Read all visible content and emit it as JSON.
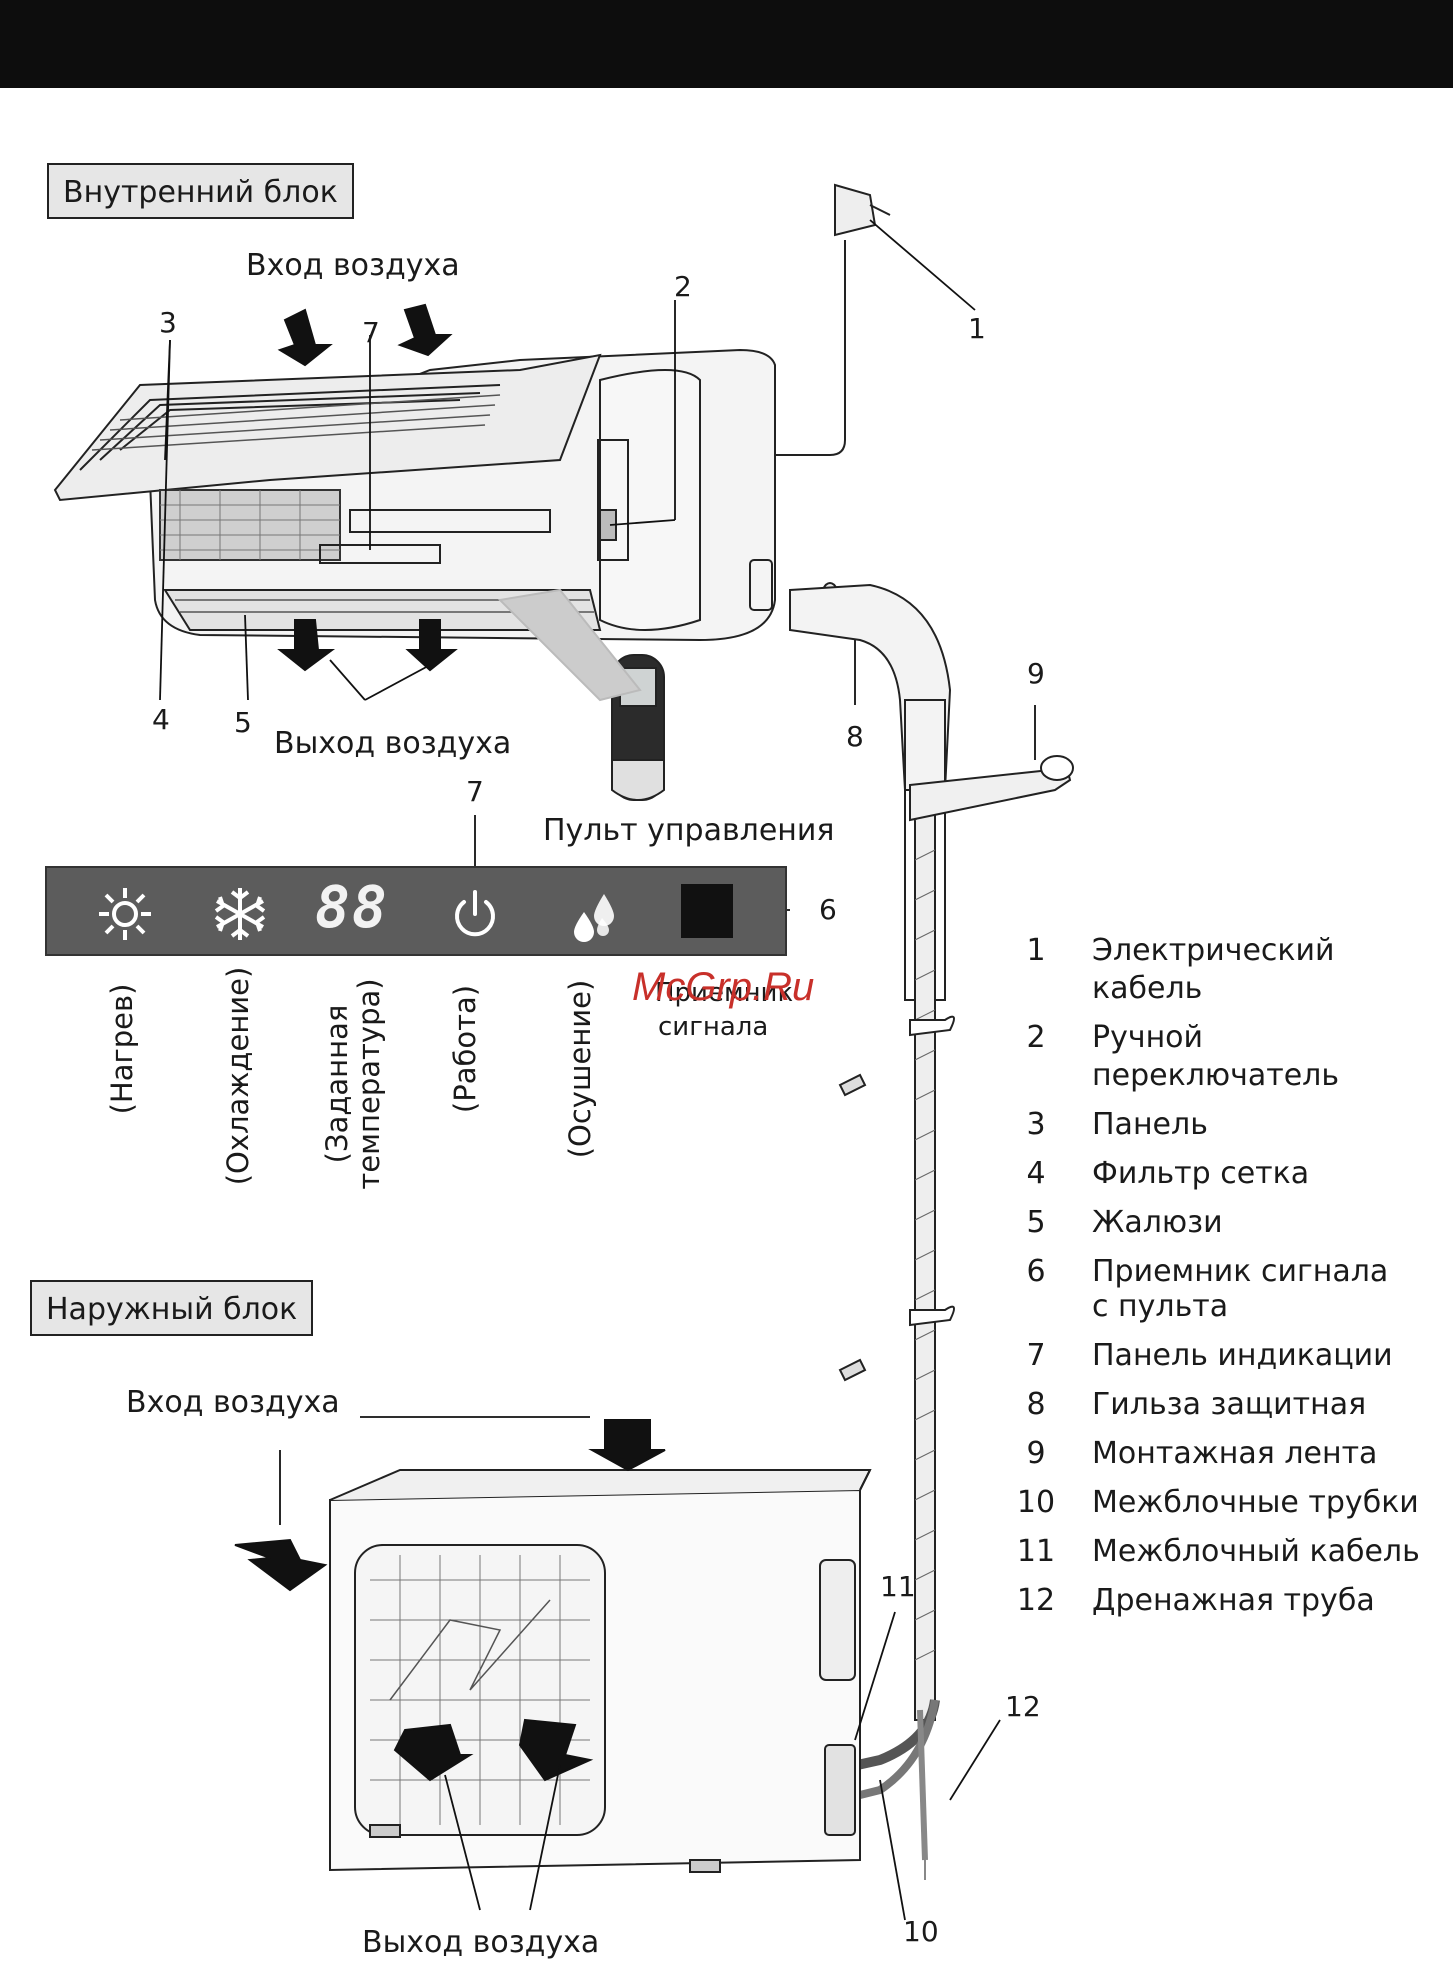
{
  "indoor_unit": {
    "title": "Внутренний блок"
  },
  "outdoor_unit": {
    "title": "Наружный блок"
  },
  "labels": {
    "air_in_top": "Вход воздуха",
    "air_out_top": "Выход воздуха",
    "air_in_outdoor": "Вход воздуха",
    "air_out_outdoor": "Выход воздуха",
    "remote": "Пульт управления",
    "receiver_1": "Приемник",
    "receiver_2": "сигнала",
    "watermark": "McGrp.Ru"
  },
  "callouts": {
    "n1": "1",
    "n2": "2",
    "n3": "3",
    "n4": "4",
    "n5": "5",
    "n6": "6",
    "n7a": "7",
    "n7b": "7",
    "n8": "8",
    "n9": "9",
    "n10": "10",
    "n11": "11",
    "n12": "12"
  },
  "indicator_panel": {
    "display": "88",
    "modes": {
      "heat": "(Нагрев)",
      "cool": "(Охлаждение)",
      "set_temp_1": "(Заданная",
      "set_temp_2": "температура)",
      "run": "(Работа)",
      "dry": "(Осушение)"
    }
  },
  "legend": [
    {
      "n": "1",
      "t": "Электрический кабель"
    },
    {
      "n": "2",
      "t": "Ручной переключатель"
    },
    {
      "n": "3",
      "t": "Панель"
    },
    {
      "n": "4",
      "t": "Фильтр сетка"
    },
    {
      "n": "5",
      "t": "Жалюзи"
    },
    {
      "n": "6",
      "t": "Приемник сигнала"
    },
    {
      "n": "",
      "t": "с пульта"
    },
    {
      "n": "7",
      "t": "Панель индикации"
    },
    {
      "n": "8",
      "t": "Гильза защитная"
    },
    {
      "n": "9",
      "t": "Монтажная лента"
    },
    {
      "n": "10",
      "t": "Межблочные трубки"
    },
    {
      "n": "11",
      "t": "Межблочный кабель"
    },
    {
      "n": "12",
      "t": "Дренажная труба"
    }
  ]
}
